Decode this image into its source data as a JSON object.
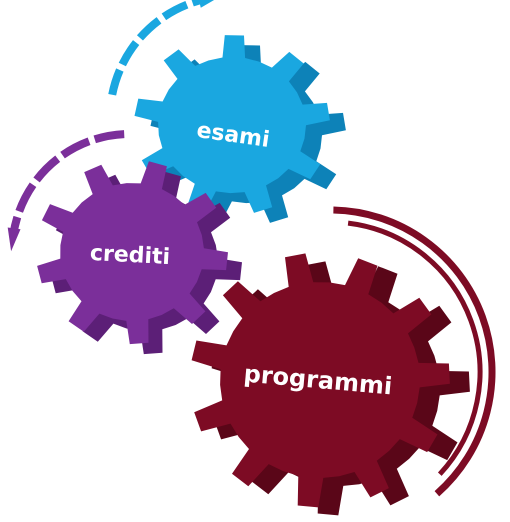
{
  "gears": {
    "esami": {
      "label": "esami",
      "color": "#1aa7e0",
      "side_color": "#0d82b8",
      "arrow_color": "#1aa7e0"
    },
    "crediti": {
      "label": "crediti",
      "color": "#7b2f9a",
      "side_color": "#5c1f77",
      "arrow_color": "#7b2f9a"
    },
    "programmi": {
      "label": "programmi",
      "color": "#7d0b24",
      "side_color": "#5a0618",
      "arrow_color": "#7d0b24"
    }
  }
}
